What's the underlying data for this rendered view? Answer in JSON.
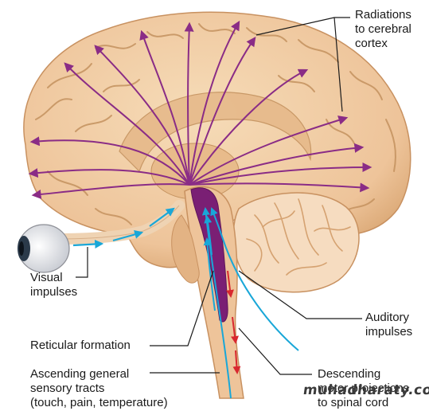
{
  "labels": {
    "radiations": "Radiations\nto cerebral\ncortex",
    "visual": "Visual\nimpulses",
    "auditory": "Auditory\nimpulses",
    "reticular": "Reticular formation",
    "ascending": "Ascending general\nsensory tracts\n(touch, pain, temperature)",
    "descending": "Descending\nmotor projections\nto spinal cord"
  },
  "watermark": "muhadharaty.com",
  "colors": {
    "brain_fill": "#f1cfa6",
    "brain_shadow": "#d9a977",
    "gyri_line": "#c4925f",
    "cerebellum_fill": "#f6dcc0",
    "reticular_purple": "#7a1f74",
    "radiation_arrow": "#8a2c86",
    "sensory_blue": "#19a7d8",
    "motor_red": "#d8282f",
    "leader_line": "#1a1a1a"
  }
}
